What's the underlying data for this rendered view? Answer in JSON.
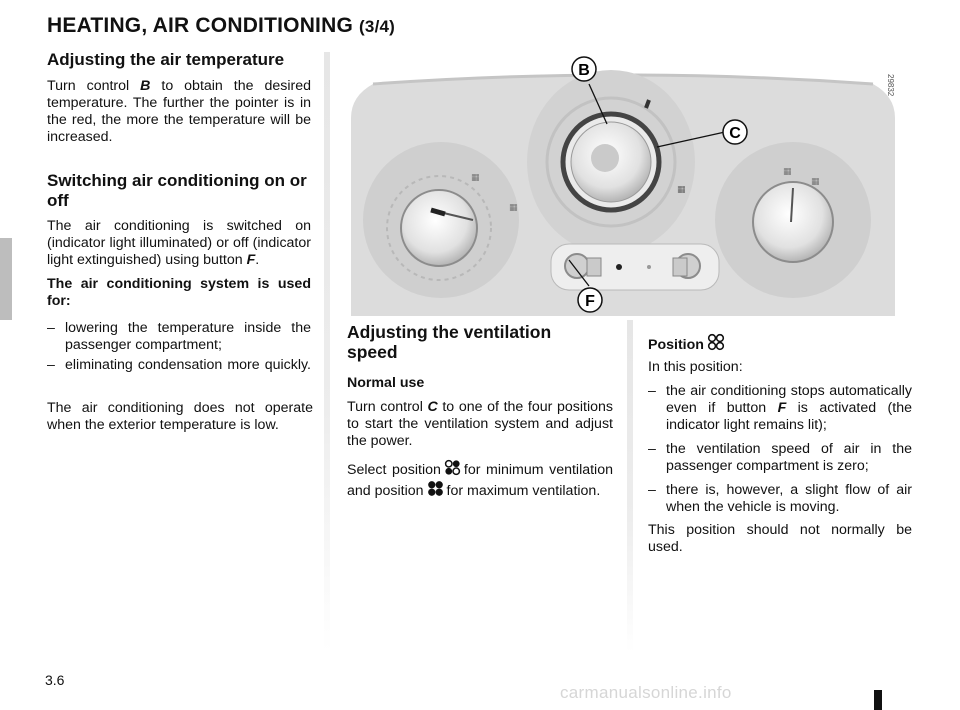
{
  "header": {
    "title": "HEATING, AIR CONDITIONING",
    "part": "(3/4)"
  },
  "left": {
    "h_temp": "Adjusting the air temperature",
    "temp_p": [
      "Turn control",
      "B",
      "to obtain the desired temperature. The further the pointer is in the red, the more the temperature will be increased."
    ],
    "h_ac": "Switching air conditioning on or off",
    "ac_p": [
      "The air conditioning is switched on (indicator light illuminated) or off (indicator light extinguished) using button",
      "F",
      "."
    ],
    "used_for": "The air conditioning system is used for:",
    "bullets": [
      "lowering the temperature inside the passenger compartment;",
      "eliminating condensation more quickly."
    ],
    "not_operate": "The air conditioning does not operate when the exterior temperature is low."
  },
  "figure": {
    "callouts": [
      "B",
      "C",
      "F"
    ],
    "ref": "29832"
  },
  "middle": {
    "h_vent": "Adjusting the ventilation speed",
    "normal_use": "Normal use",
    "turn_p": [
      "Turn control",
      "C",
      "to one of the four positions to start the ventilation system and adjust the power."
    ],
    "select_p": [
      "Select position",
      "for minimum ventilation and position",
      "for maximum ventilation."
    ],
    "icons": [
      "fan-min-icon",
      "fan-max-icon"
    ]
  },
  "right": {
    "position_label": "Position",
    "position_icon": "fan-off-icon",
    "in_this_position": "In this position:",
    "bullets": [
      [
        "the air conditioning stops automatically even if button",
        "F",
        "is activated (the indicator light remains lit);"
      ],
      [
        "the ventilation speed of air in the passenger compartment is zero;"
      ],
      [
        "there is, however, a slight flow of air when the vehicle is moving."
      ]
    ],
    "note": "This position should not normally be used."
  },
  "footer": {
    "page": "3.6",
    "watermark": "carmanualsonline.info"
  },
  "dash": "–"
}
